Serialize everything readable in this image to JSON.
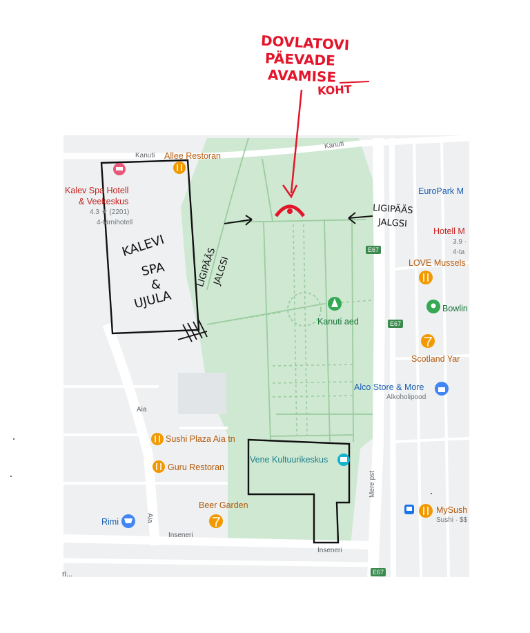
{
  "annotations": {
    "red_note": [
      "DOVLATOVI",
      "PÄEVADE",
      "AVAMISE",
      "KOHT"
    ],
    "kalevi_box": [
      "KALEVI",
      "SPA",
      "&",
      "UJULA"
    ],
    "left_access": [
      "LIGIPÄÄS",
      "JALGSI"
    ],
    "right_access": [
      "LIGIPÄÄS",
      "JALGSI"
    ]
  },
  "places": {
    "kalev_spa": {
      "name_line1": "Kalev Spa Hotell",
      "name_line2": "& Veekeskus",
      "rating": "4.3 ★ (2201)",
      "type": "4-tärnihotell"
    },
    "allee": "Allee Restoran",
    "europark": "EuroPark M",
    "hotell_m": {
      "name": "Hotell M",
      "rating": "3.9 ·",
      "type": "4-ta"
    },
    "love_mussels": "LOVE Mussels",
    "bowling": "Bowlin",
    "kanuti_aed": "Kanuti aed",
    "scotland": "Scotland Yar",
    "alco": {
      "name": "Alco Store & More",
      "sub": "Alkoholipood"
    },
    "sushi_plaza": "Sushi Plaza Aia tn",
    "guru": "Guru Restoran",
    "vene": "Vene Kultuurikeskus",
    "beer_garden": "Beer Garden",
    "rimi": "Rimi",
    "mysushi": {
      "name": "MySush",
      "sub": "Sushi · $$"
    }
  },
  "streets": {
    "kanuti_top_left": "Kanuti",
    "kanuti_top_right": "Kanuti",
    "aia_upper": "Aia",
    "aia_lower": "Aia",
    "inseneri_left": "Inseneri",
    "inseneri_right": "Inseneri",
    "mere": "Mere pst",
    "e67_a": "E67",
    "e67_b": "E67",
    "e67_c": "E67",
    "corner": "ri..."
  },
  "colors": {
    "park": "#cfe8d2",
    "road": "#ffffff",
    "block": "#eef0f1",
    "pen_red": "#e3152b",
    "pen_black": "#111111"
  }
}
